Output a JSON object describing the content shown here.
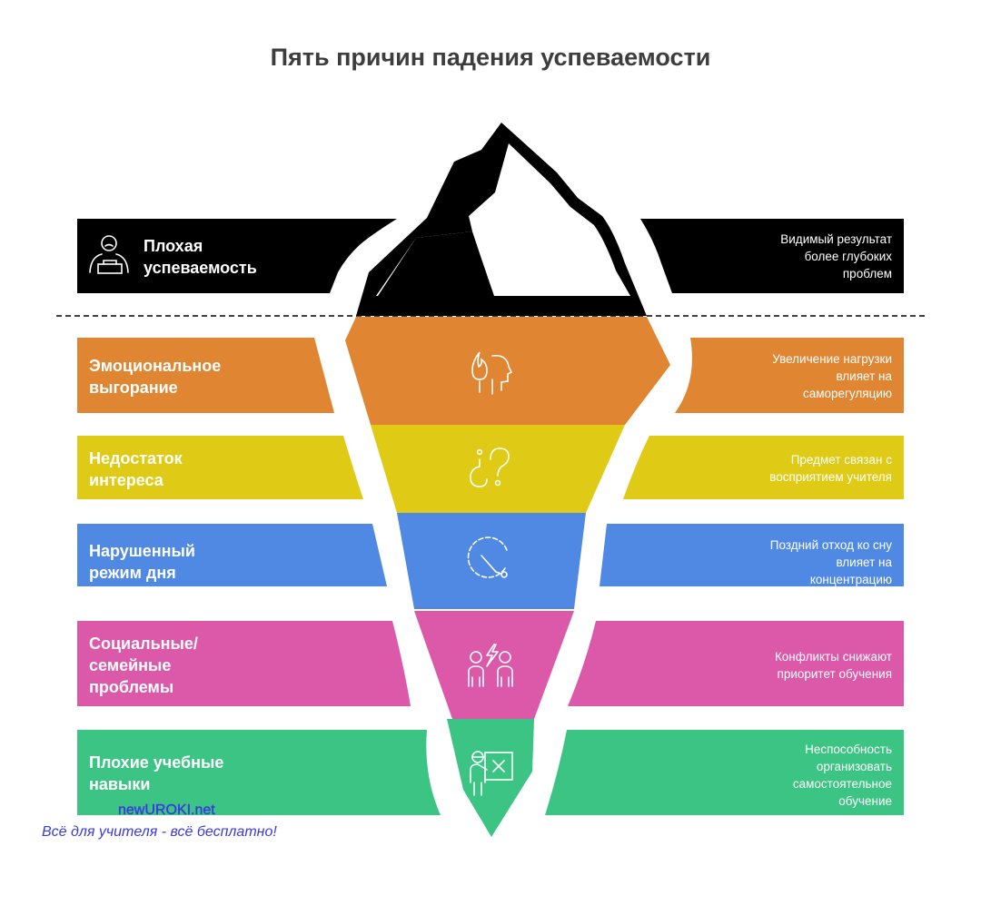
{
  "title": "Пять причин падения успеваемости",
  "top": {
    "label": "Плохая\nуспеваемость",
    "note": "Видимый результат\nболее глубоких\nпроблем",
    "color": "#000000",
    "icon": "student-desk-icon"
  },
  "layers": [
    {
      "label": "Эмоциональное\nвыгорание",
      "note": "Увеличение нагрузки\nвлияет на\nсаморегуляцию",
      "color": "#e08532",
      "icon": "burnout-head-icon"
    },
    {
      "label": "Недостаток\nинтереса",
      "note": "Предмет связан с\nвосприятием учителя",
      "color": "#dfcb16",
      "icon": "question-marks-icon"
    },
    {
      "label": "Нарушенный\nрежим дня",
      "note": "Поздний отход ко сну\nвлияет на\nконцентрацию",
      "color": "#4f89e4",
      "icon": "clock-icon"
    },
    {
      "label": "Социальные/\nсемейные\nпроблемы",
      "note": "Конфликты снижают\nприоритет обучения",
      "color": "#dc58a8",
      "icon": "conflict-people-icon"
    },
    {
      "label": "Плохие учебные\nнавыки",
      "note": "Неспособность\nорганизовать\nсамостоятельное\nобучение",
      "color": "#3cc484",
      "icon": "teacher-board-icon"
    }
  ],
  "watermark": {
    "site": "newUROKI.net",
    "slogan": "Всё для учителя - всё бесплатно!"
  }
}
